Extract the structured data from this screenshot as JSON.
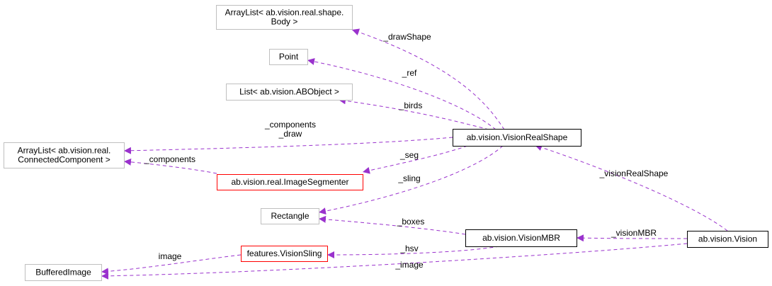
{
  "colors": {
    "edge": "#9a32cd",
    "node_border_default": "#bfbfbf",
    "node_border_black": "#000000",
    "node_border_red": "#ff0000",
    "node_fill_highlight": "#bfbfbf",
    "node_fill_default": "#ffffff"
  },
  "nodes": {
    "arraylist_body": {
      "lines": [
        "ArrayList< ab.vision.real.shape.",
        "Body >"
      ],
      "border": "gray"
    },
    "point": {
      "lines": [
        "Point"
      ],
      "border": "gray"
    },
    "list_abobject": {
      "lines": [
        "List< ab.vision.ABObject >"
      ],
      "border": "gray"
    },
    "arraylist_connected": {
      "lines": [
        "ArrayList< ab.vision.real.",
        "ConnectedComponent >"
      ],
      "border": "gray"
    },
    "vision_real_shape": {
      "lines": [
        "ab.vision.VisionRealShape"
      ],
      "border": "black"
    },
    "image_segmenter": {
      "lines": [
        "ab.vision.real.ImageSegmenter"
      ],
      "border": "red"
    },
    "rectangle": {
      "lines": [
        "Rectangle"
      ],
      "border": "gray"
    },
    "vision_mbr": {
      "lines": [
        "ab.vision.VisionMBR"
      ],
      "border": "black"
    },
    "vision_sling": {
      "lines": [
        "features.VisionSling"
      ],
      "border": "red"
    },
    "buffered_image": {
      "lines": [
        "BufferedImage"
      ],
      "border": "gray"
    },
    "vision": {
      "lines": [
        "ab.vision.Vision"
      ],
      "border": "black",
      "highlight": true
    }
  },
  "edges": [
    {
      "id": "drawshape",
      "from": "vision_real_shape",
      "to": "arraylist_body",
      "label": [
        "_drawShape"
      ]
    },
    {
      "id": "ref",
      "from": "vision_real_shape",
      "to": "point",
      "label": [
        "_ref"
      ]
    },
    {
      "id": "birds",
      "from": "vision_real_shape",
      "to": "list_abobject",
      "label": [
        "_birds"
      ]
    },
    {
      "id": "components_draw",
      "from": "vision_real_shape",
      "to": "arraylist_connected",
      "label": [
        "_components",
        "_draw"
      ]
    },
    {
      "id": "seg",
      "from": "vision_real_shape",
      "to": "image_segmenter",
      "label": [
        "_seg"
      ]
    },
    {
      "id": "sling",
      "from": "vision_real_shape",
      "to": "rectangle",
      "label": [
        "_sling"
      ]
    },
    {
      "id": "components",
      "from": "image_segmenter",
      "to": "arraylist_connected",
      "label": [
        "_components"
      ]
    },
    {
      "id": "boxes",
      "from": "vision_mbr",
      "to": "rectangle",
      "label": [
        "_boxes"
      ]
    },
    {
      "id": "hsv",
      "from": "vision_mbr",
      "to": "vision_sling",
      "label": [
        "_hsv"
      ]
    },
    {
      "id": "image_sling",
      "from": "vision_sling",
      "to": "buffered_image",
      "label": [
        "image"
      ]
    },
    {
      "id": "image_vision",
      "from": "vision",
      "to": "buffered_image",
      "label": [
        "_image"
      ]
    },
    {
      "id": "vision_mbr_edge",
      "from": "vision",
      "to": "vision_mbr",
      "label": [
        "_visionMBR"
      ]
    },
    {
      "id": "vision_real_shape_edge",
      "from": "vision",
      "to": "vision_real_shape",
      "label": [
        "_visionRealShape"
      ]
    }
  ]
}
